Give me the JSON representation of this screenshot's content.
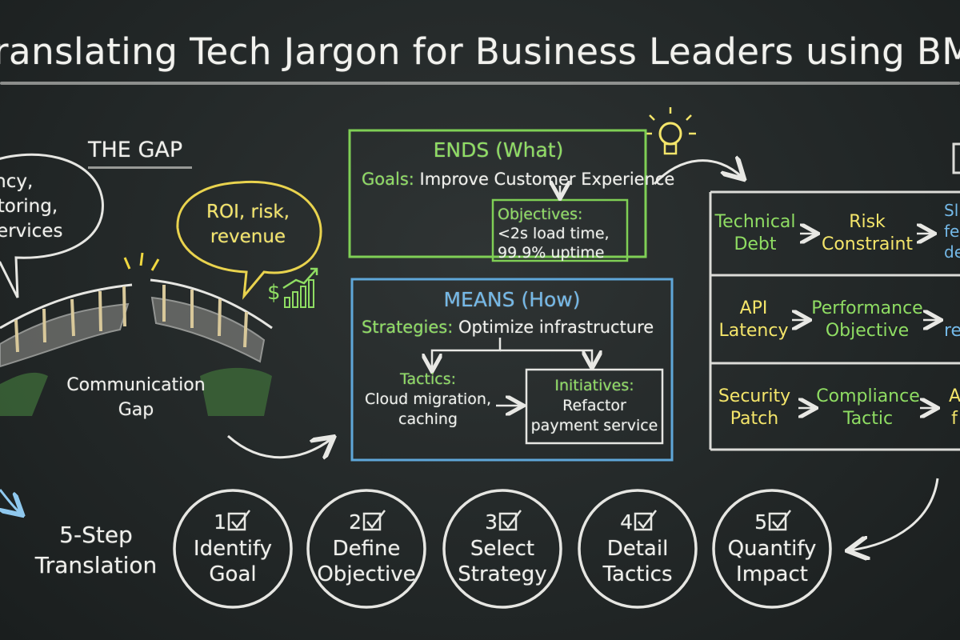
{
  "title": "ranslating Tech Jargon for Business Leaders using BM",
  "gap": {
    "title": "THE GAP",
    "tech_bubble": [
      "tency,",
      "actoring,",
      "oservices"
    ],
    "biz_bubble": [
      "ROI, risk,",
      "revenue"
    ],
    "bridge_label": [
      "Communication",
      "Gap"
    ]
  },
  "ends": {
    "heading": "ENDS (What)",
    "goals_label": "Goals:",
    "goals_text": "Improve Customer Experience",
    "objectives_label": "Objectives:",
    "objectives_lines": [
      "<2s load time,",
      "99.9% uptime"
    ]
  },
  "means": {
    "heading": "MEANS (How)",
    "strategies_label": "Strategies:",
    "strategies_text": "Optimize infrastructure",
    "tactics_label": "Tactics:",
    "tactics_lines": [
      "Cloud migration,",
      "caching"
    ],
    "initiatives_label": "Initiatives:",
    "initiatives_lines": [
      "Refactor",
      "payment service"
    ]
  },
  "mapping": {
    "rows": [
      {
        "tech": [
          "Technical",
          "Debt"
        ],
        "bmm": [
          "Risk",
          "Constraint"
        ],
        "biz": [
          "Sl",
          "fe",
          "de"
        ]
      },
      {
        "tech": [
          "API",
          "Latency"
        ],
        "bmm": [
          "Performance",
          "Objective"
        ],
        "biz": [
          "",
          "re"
        ]
      },
      {
        "tech": [
          "Security",
          "Patch"
        ],
        "bmm": [
          "Compliance",
          "Tactic"
        ],
        "biz": [
          "A",
          "f"
        ]
      }
    ]
  },
  "steps": {
    "label": [
      "5-Step",
      "Translation"
    ],
    "items": [
      {
        "num": "1",
        "lines": [
          "Identify",
          "Goal"
        ]
      },
      {
        "num": "2",
        "lines": [
          "Define",
          "Objective"
        ]
      },
      {
        "num": "3",
        "lines": [
          "Select",
          "Strategy"
        ]
      },
      {
        "num": "4",
        "lines": [
          "Detail",
          "Tactics"
        ]
      },
      {
        "num": "5",
        "lines": [
          "Quantify",
          "Impact"
        ]
      }
    ]
  },
  "colors": {
    "chalk_white": "#eef0ec",
    "chalk_green": "#8fdd63",
    "chalk_blue": "#74b9e8",
    "chalk_yellow": "#f4e56a",
    "board": "#262b2b"
  },
  "icons": [
    "lightbulb-icon",
    "dollar-growth-icon",
    "checkbox-icon",
    "broken-bridge-icon",
    "speech-bubble-icon"
  ]
}
